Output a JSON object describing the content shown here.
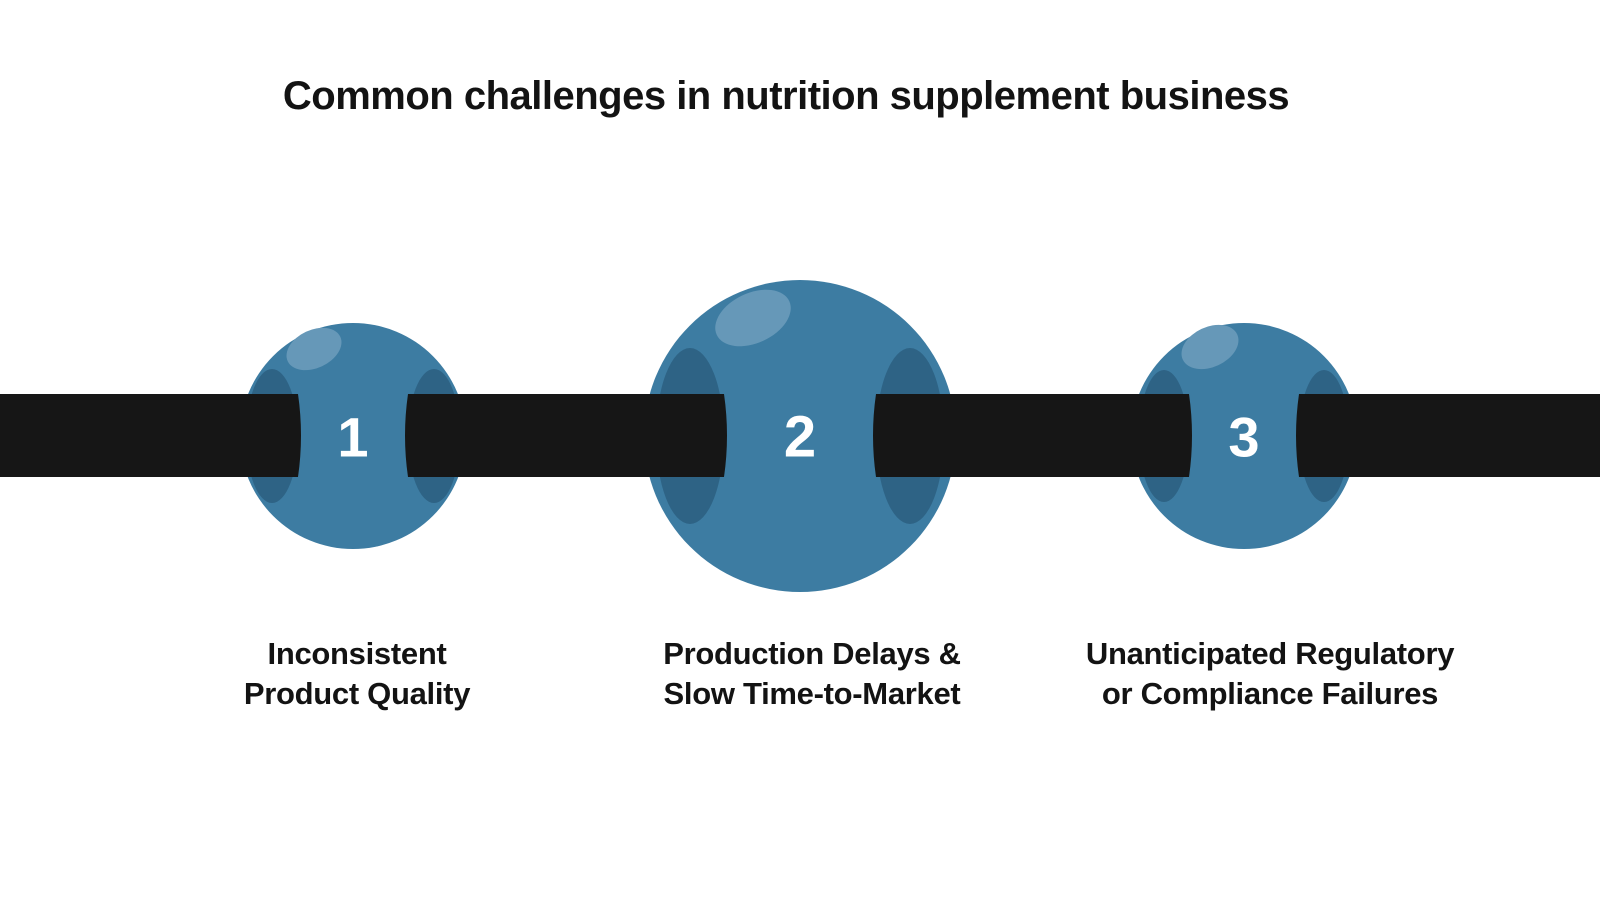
{
  "title": "Common challenges in nutrition supplement business",
  "colors": {
    "background": "#ffffff",
    "band": "#161616",
    "bead_main": "#3d7ca2",
    "bead_hole": "#2e6385",
    "bead_highlight": "#6698b8",
    "number_text": "#ffffff",
    "label_text": "#131313"
  },
  "steps": [
    {
      "number": "1",
      "label_line1": "Inconsistent",
      "label_line2": "Product Quality"
    },
    {
      "number": "2",
      "label_line1": "Production Delays &",
      "label_line2": "Slow Time-to-Market"
    },
    {
      "number": "3",
      "label_line1": "Unanticipated Regulatory",
      "label_line2": "or Compliance Failures"
    }
  ]
}
